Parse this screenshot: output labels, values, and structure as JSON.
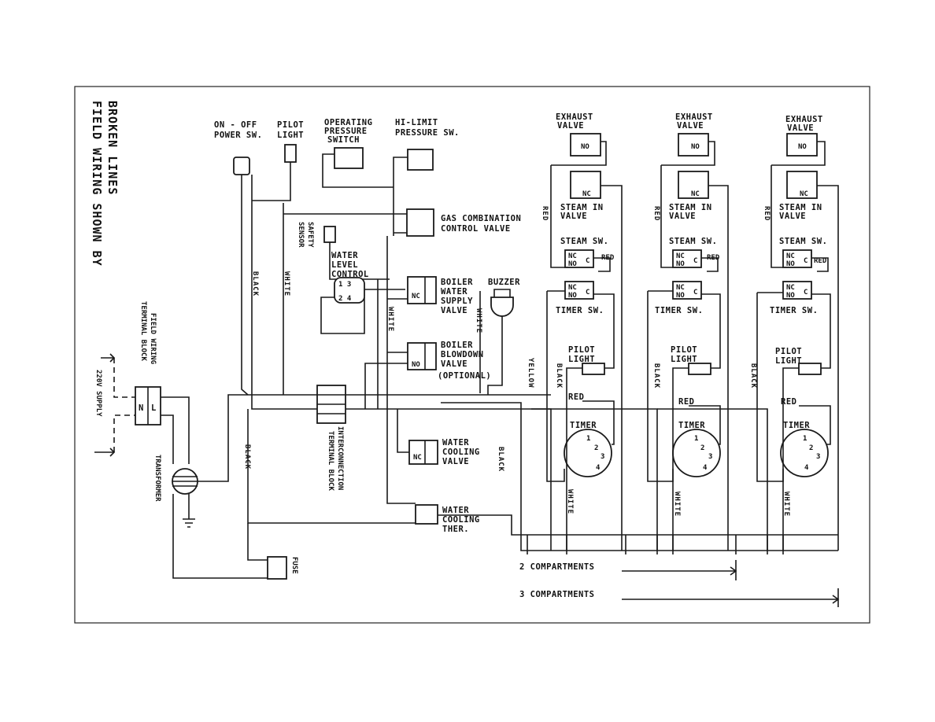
{
  "title_line1": "FIELD WIRING SHOWN BY",
  "title_line2": "BROKEN LINES",
  "labels": {
    "on_off_1": "ON - OFF",
    "on_off_2": "POWER SW.",
    "pilot_1": "PILOT",
    "pilot_2": "LIGHT",
    "oper_1": "OPERATING",
    "oper_2": "PRESSURE",
    "oper_3": "SWITCH",
    "hilimit_1": "HI-LIMIT",
    "hilimit_2": "PRESSURE SW.",
    "gas_1": "GAS COMBINATION",
    "gas_2": "CONTROL VALVE",
    "safety_1": "SAFETY",
    "safety_2": "SENSOR",
    "wlc_1": "WATER",
    "wlc_2": "LEVEL",
    "wlc_3": "CONTROL",
    "wlc_13": "1  3",
    "wlc_24": "2  4",
    "bws_1": "BOILER",
    "bws_2": "WATER",
    "bws_3": "SUPPLY",
    "bws_4": "VALVE",
    "bbd_1": "BOILER",
    "bbd_2": "BLOWDOWN",
    "bbd_3": "VALVE",
    "bbd_4": "(OPTIONAL)",
    "buzzer": "BUZZER",
    "wcv_1": "WATER",
    "wcv_2": "COOLING",
    "wcv_3": "VALVE",
    "wct_1": "WATER",
    "wct_2": "COOLING",
    "wct_3": "THER.",
    "fuse": "FUSE",
    "transformer": "TRANSFORMER",
    "ftb_1": "FIELD WIRING",
    "ftb_2": "TERMINAL BLOCK",
    "supply": "220V SUPPLY",
    "itb_1": "INTERCONNECTION",
    "itb_2": "TERMINAL BLOCK",
    "n": "N",
    "l": "L",
    "nc": "NC",
    "no": "NO",
    "c": "C",
    "two_comp": "2 COMPARTMENTS",
    "three_comp": "3 COMPARTMENTS"
  },
  "wire_colors": {
    "black": "BLACK",
    "white": "WHITE",
    "red": "RED",
    "yellow": "YELLOW"
  },
  "compartments": [
    {
      "exhaust_1": "EXHAUST",
      "exhaust_2": "VALVE",
      "steam_in_1": "STEAM IN",
      "steam_in_2": "VALVE",
      "steam_sw": "STEAM SW.",
      "timer_sw": "TIMER SW.",
      "pilot_1": "PILOT",
      "pilot_2": "LIGHT",
      "timer": "TIMER",
      "red": "RED",
      "black": "BLACK",
      "white": "WHITE"
    },
    {
      "exhaust_1": "EXHAUST",
      "exhaust_2": "VALVE",
      "steam_in_1": "STEAM IN",
      "steam_in_2": "VALVE",
      "steam_sw": "STEAM SW.",
      "timer_sw": "TIMER SW.",
      "pilot_1": "PILOT",
      "pilot_2": "LIGHT",
      "timer": "TIMER",
      "red": "RED",
      "black": "BLACK",
      "white": "WHITE"
    },
    {
      "exhaust_1": "EXHAUST",
      "exhaust_2": "VALVE",
      "steam_in_1": "STEAM IN",
      "steam_in_2": "VALVE",
      "steam_sw": "STEAM SW.",
      "timer_sw": "TIMER SW.",
      "pilot_1": "PILOT",
      "pilot_2": "LIGHT",
      "timer": "TIMER",
      "red": "RED",
      "black": "BLACK",
      "white": "WHITE"
    }
  ]
}
